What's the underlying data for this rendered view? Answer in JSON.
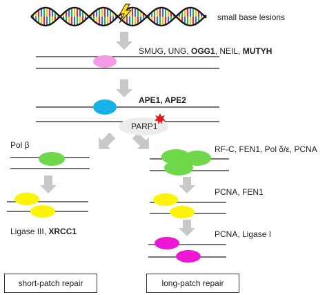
{
  "lesion": {
    "label": "small base lesions"
  },
  "glycosylases": {
    "plain": "SMUG, UNG, ",
    "bold1": "OGG1",
    "sep": ", NEIL, ",
    "bold2": "MUTYH"
  },
  "endonucleases": {
    "label": "APE1, APE2"
  },
  "parp": {
    "label": "PARP1"
  },
  "short_patch": {
    "polymerase": "Pol β",
    "ligase_plain": "Ligase III, ",
    "ligase_bold": "XRCC1",
    "box": "short-patch repair"
  },
  "long_patch": {
    "step1": "RF-C, FEN1, Pol δ/ε, PCNA",
    "step2": "PCNA, FEN1",
    "step3": "PCNA, Ligase I",
    "box": "long-patch repair"
  },
  "colors": {
    "glycosylase": "#f59be6",
    "ape": "#17b2e8",
    "parp": "#ececec",
    "parp_star": "#e0161b",
    "polymerase": "#6fd84a",
    "ligase_short": "#fbf30c",
    "ligase_long": "#ec16d4",
    "arrow": "#c8c8c8",
    "lightning": "#ffe11a"
  }
}
